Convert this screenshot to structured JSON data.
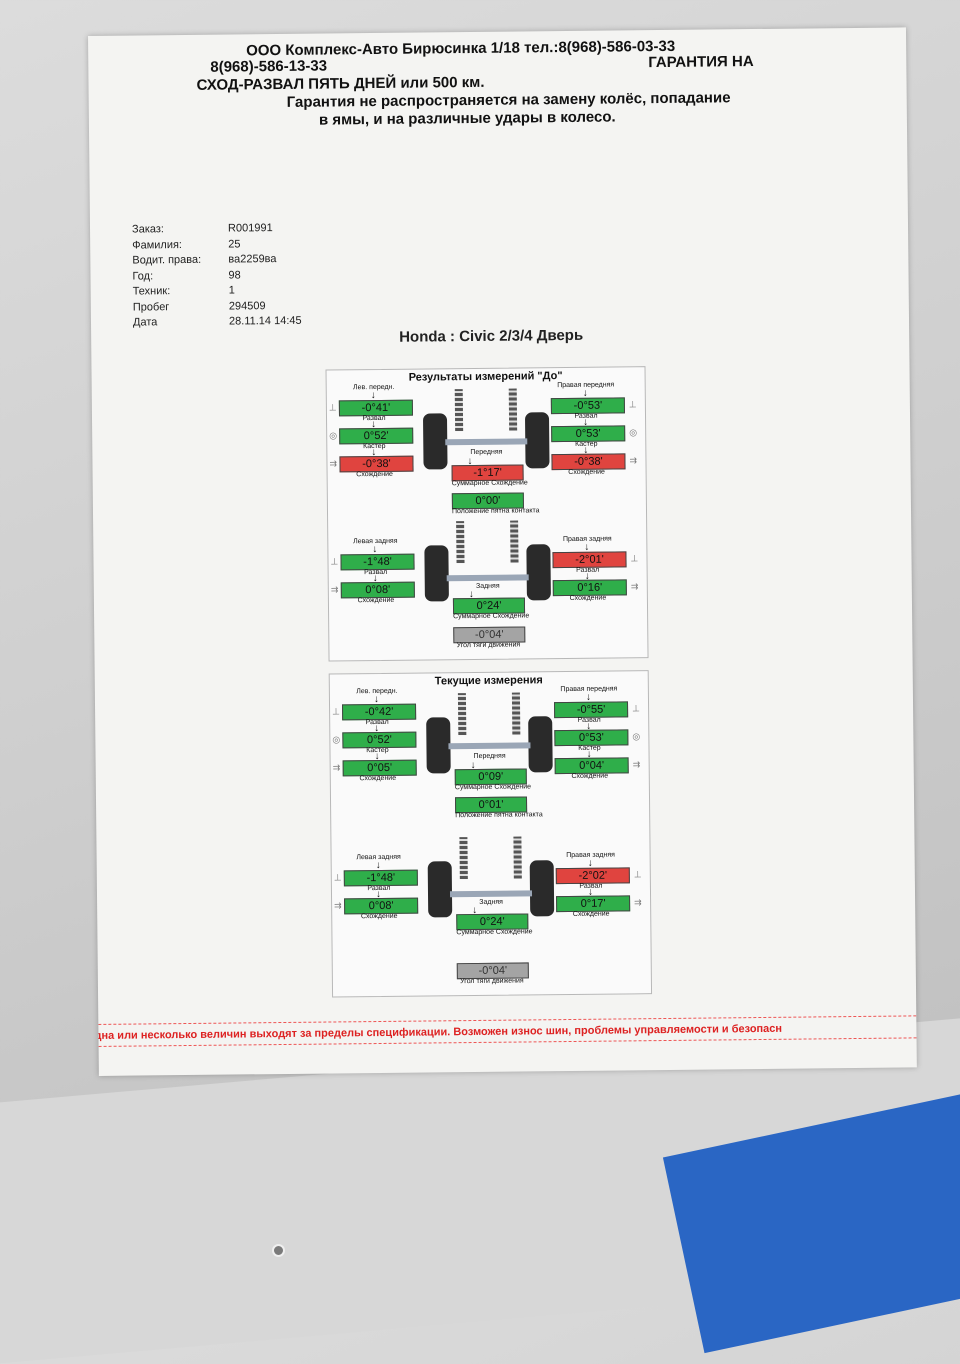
{
  "header": {
    "line1": "ООО Комплекс-Авто Бирюсинка 1/18 тел.:8(968)-586-03-33",
    "line2_phone": "8(968)-586-13-33",
    "line2_right": "ГАРАНТИЯ НА",
    "line3": "СХОД-РАЗВАЛ ПЯТЬ ДНЕЙ или 500 км.",
    "line4": "Гарантия не распространяется на замену колёс, попадание",
    "line5": "в ямы, и на различные удары в колесо."
  },
  "info": [
    {
      "key": "Заказ:",
      "value": "R001991"
    },
    {
      "key": "Фамилия:",
      "value": "25"
    },
    {
      "key": "Водит. права:",
      "value": "ва2259ва"
    },
    {
      "key": "Год:",
      "value": "98"
    },
    {
      "key": "Техник:",
      "value": "1"
    },
    {
      "key": "Пробег",
      "value": "294509"
    },
    {
      "key": "Дата",
      "value": "28.11.14 14:45"
    }
  ],
  "car_title": "Honda : Civic 2/3/4 Дверь",
  "colors": {
    "ok": "#2fae4a",
    "bad": "#e0443f",
    "neutral": "#a4a4a4"
  },
  "panel_before": {
    "title": "Результаты измерений \"До\"",
    "front_left_label": "Лев. передн.",
    "front_right_label": "Правая передняя",
    "camber_label": "Развал",
    "caster_label": "Кастер",
    "toe_label": "Схождение",
    "front_label": "Передняя",
    "total_toe_label": "Суммарное Схождение",
    "wheel_pos_label": "Положение пятна контакта",
    "fl_camber": "-0°41'",
    "fl_caster": "0°52'",
    "fl_toe": "-0°38'",
    "fr_camber": "-0°53'",
    "fr_caster": "0°53'",
    "fr_toe": "-0°38'",
    "front_total_toe": "-1°17'",
    "front_offset": "0°00'",
    "rear_left_label": "Левая задняя",
    "rear_right_label": "Правая задняя",
    "rear_label": "Задняя",
    "rear_total_label": "Суммарное Схождение",
    "thrust_label": "Угол тяги движения",
    "rl_camber": "-1°48'",
    "rl_toe": "0°08'",
    "rr_camber": "-2°01'",
    "rr_toe": "0°16'",
    "rear_total_toe": "0°24'",
    "thrust_angle": "-0°04'"
  },
  "panel_current": {
    "title": "Текущие измерения",
    "front_left_label": "Лев. передн.",
    "front_right_label": "Правая передняя",
    "camber_label": "Развал",
    "caster_label": "Кастер",
    "toe_label": "Схождение",
    "front_label": "Передняя",
    "total_toe_label": "Суммарное Схождение",
    "wheel_pos_label": "Положение пятна контакта",
    "fl_camber": "-0°42'",
    "fl_caster": "0°52'",
    "fl_toe": "0°05'",
    "fr_camber": "-0°55'",
    "fr_caster": "0°53'",
    "fr_toe": "0°04'",
    "front_total_toe": "0°09'",
    "front_offset": "0°01'",
    "rear_left_label": "Левая задняя",
    "rear_right_label": "Правая задняя",
    "rear_label": "Задняя",
    "rear_total_label": "Суммарное Схождение",
    "thrust_label": "Угол тяги движения",
    "rl_camber": "-1°48'",
    "rl_toe": "0°08'",
    "rr_camber": "-2°02'",
    "rr_toe": "0°17'",
    "rear_total_toe": "0°24'",
    "thrust_angle": "-0°04'"
  },
  "footer": "дна или несколько величин выходят за пределы спецификации. Возможен износ шин, проблемы управляемости и безопасн"
}
